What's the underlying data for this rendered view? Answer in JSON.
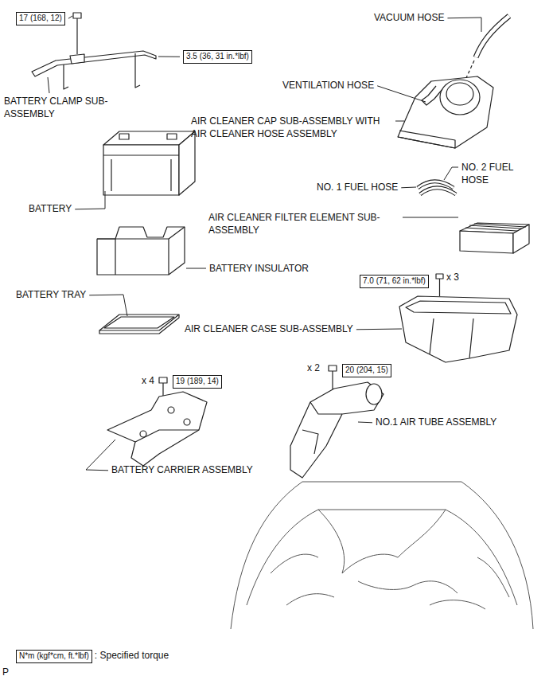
{
  "diagram": {
    "nodes": [
      {
        "text": [
          "17 (168, 12)"
        ]
      },
      {
        "text": [
          "3.5 (36, 31 in.*lbf)"
        ]
      },
      {
        "text": [
          "7.0 (71, 62 in.*lbf)"
        ]
      },
      {
        "text": [
          "20 (204, 15)"
        ]
      },
      {
        "text": [
          "19 (189, 14)"
        ]
      },
      {
        "text": [
          "N*m (kgf*cm, ft.*lbf)"
        ]
      }
    ],
    "labels": [
      "VACUUM HOSE",
      "VENTILATION HOSE",
      "BATTERY CLAMP SUB-ASSEMBLY",
      "AIR CLEANER CAP SUB-ASSEMBLY WITH AIR CLEANER HOSE ASSEMBLY",
      "NO. 2 FUEL HOSE",
      "NO. 1 FUEL HOSE",
      "BATTERY",
      "AIR CLEANER FILTER ELEMENT SUB-ASSEMBLY",
      "BATTERY INSULATOR",
      "BATTERY TRAY",
      "x 3",
      "AIR CLEANER CASE SUB-ASSEMBLY",
      "x 4",
      "x 2",
      "NO.1 AIR TUBE ASSEMBLY",
      "BATTERY CARRIER ASSEMBLY",
      ": Specified torque",
      "P"
    ]
  }
}
